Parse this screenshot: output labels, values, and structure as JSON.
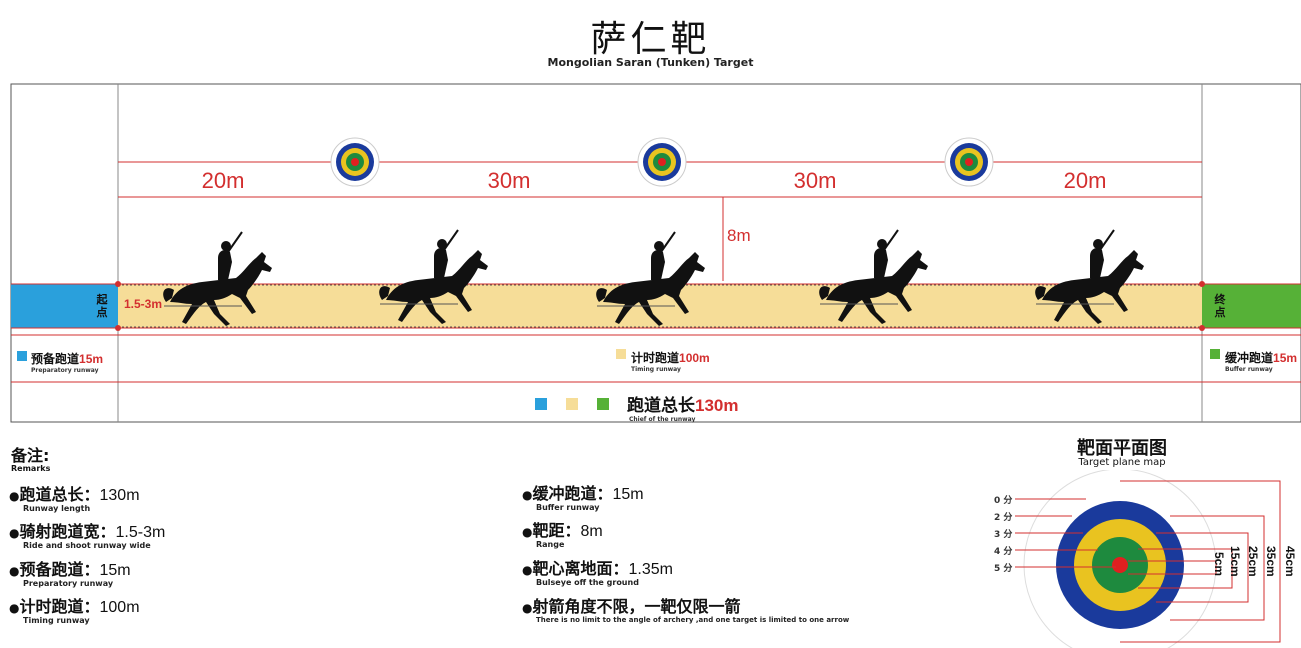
{
  "header": {
    "title": "萨仁靶",
    "subtitle": "Mongolian Saran (Tunken) Target"
  },
  "course": {
    "segments": [
      {
        "label": "20m"
      },
      {
        "label": "30m"
      },
      {
        "label": "30m"
      },
      {
        "label": "20m"
      }
    ],
    "range_label": "8m",
    "width_label": "1.5-3m",
    "start_label": [
      "起",
      "点"
    ],
    "finish_label": [
      "终",
      "点"
    ],
    "colors": {
      "prep": "#2aa0dc",
      "timing": "#f6dd98",
      "buffer": "#56b137",
      "line": "#d32f2f"
    }
  },
  "legend": {
    "prep": {
      "name": "预备跑道",
      "value": "15m",
      "en": "Preparatory runway"
    },
    "timing": {
      "name": "计时跑道",
      "value": "100m",
      "en": "Timing runway"
    },
    "buffer": {
      "name": "缓冲跑道",
      "value": "15m",
      "en": "Buffer runway"
    },
    "total": {
      "name": "跑道总长",
      "value": "130m",
      "en": "Chief of the runway"
    }
  },
  "remarks": {
    "title": "备注:",
    "title_en": "Remarks",
    "left": [
      {
        "text": "跑道总长：",
        "value": "130m",
        "en": "Runway length"
      },
      {
        "text": "骑射跑道宽：",
        "value": "1.5-3m",
        "en": "Ride and shoot runway wide"
      },
      {
        "text": "预备跑道：",
        "value": "15m",
        "en": "Preparatory runway"
      },
      {
        "text": "计时跑道：",
        "value": "100m",
        "en": "Timing runway"
      }
    ],
    "right": [
      {
        "text": "缓冲跑道：",
        "value": "15m",
        "en": "Buffer runway"
      },
      {
        "text": "靶距：",
        "value": "8m",
        "en": "Range"
      },
      {
        "text": "靶心离地面：",
        "value": "1.35m",
        "en": "Bulseye off the ground"
      },
      {
        "text": "射箭角度不限，一靶仅限一箭",
        "value": "",
        "en": "There is no limit to the angle of archery ,and one target is limited to one arrow"
      }
    ]
  },
  "target_map": {
    "title": "靶面平面图",
    "subtitle": "Target plane map",
    "scores": [
      "0 分",
      "2 分",
      "3 分",
      "4 分",
      "5 分"
    ],
    "diameters": [
      "5cm",
      "15cm",
      "25cm",
      "35cm",
      "45cm"
    ],
    "ring_colors": [
      "#1a3a9c",
      "#e9c320",
      "#1e8a3e",
      "#e02020"
    ]
  }
}
